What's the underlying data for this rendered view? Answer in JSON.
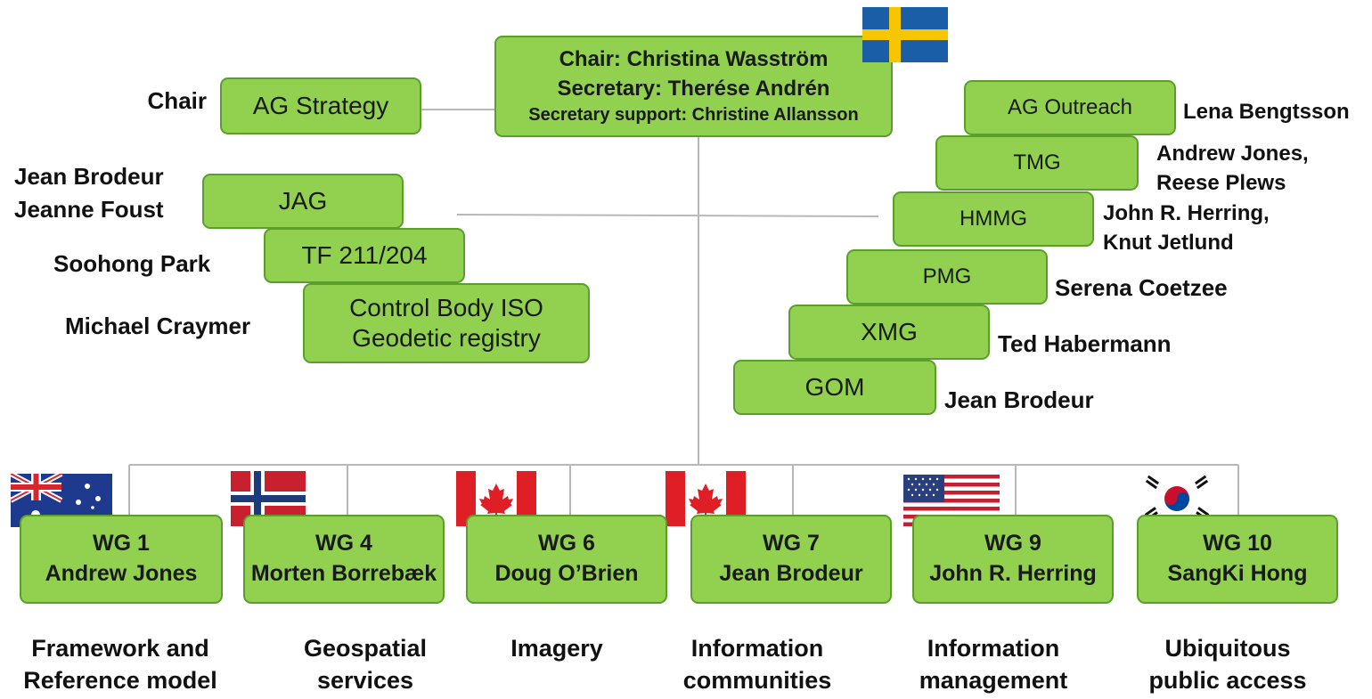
{
  "chair_box": {
    "chair": "Chair: Christina Wasström",
    "secretary": "Secretary: Therése Andrén",
    "support": "Secretary support: Christine Allansson"
  },
  "left_groups": [
    {
      "box": "AG Strategy",
      "person": "Chair"
    },
    {
      "box": "JAG",
      "person_line1": "Jean Brodeur",
      "person_line2": "Jeanne Foust"
    },
    {
      "box": "TF 211/204",
      "person": "Soohong Park"
    },
    {
      "box_line1": "Control Body ISO",
      "box_line2": "Geodetic registry",
      "person": "Michael Craymer"
    }
  ],
  "right_groups": [
    {
      "box": "AG Outreach",
      "person": "Lena Bengtsson"
    },
    {
      "box": "TMG",
      "person_line1": "Andrew Jones,",
      "person_line2": "Reese Plews"
    },
    {
      "box": "HMMG",
      "person_line1": "John R. Herring,",
      "person_line2": "Knut Jetlund"
    },
    {
      "box": "PMG",
      "person": "Serena Coetzee"
    },
    {
      "box": "XMG",
      "person": "Ted Habermann"
    },
    {
      "box": "GOM",
      "person": "Jean Brodeur"
    }
  ],
  "working_groups": [
    {
      "title": "WG 1",
      "convenor": "Andrew Jones",
      "area_line1": "Framework and",
      "area_line2": "Reference model",
      "flag": "australia-flag"
    },
    {
      "title": "WG 4",
      "convenor": "Morten Borrebæk",
      "area_line1": "Geospatial",
      "area_line2": "services",
      "flag": "norway-flag"
    },
    {
      "title": "WG 6",
      "convenor": "Doug O’Brien",
      "area_line1": "Imagery",
      "area_line2": "",
      "flag": "canada-flag"
    },
    {
      "title": "WG 7",
      "convenor": "Jean Brodeur",
      "area_line1": "Information",
      "area_line2": "communities",
      "flag": "canada-flag"
    },
    {
      "title": "WG 9",
      "convenor": "John R. Herring",
      "area_line1": "Information",
      "area_line2": "management",
      "flag": "usa-flag"
    },
    {
      "title": "WG 10",
      "convenor": "SangKi Hong",
      "area_line1": "Ubiquitous",
      "area_line2": "public access",
      "flag": "south-korea-flag"
    }
  ],
  "chair_flag": "sweden-flag",
  "colors": {
    "box_fill": "#92d050",
    "box_border": "#5a9e2c",
    "connector": "#b8b8b8"
  }
}
